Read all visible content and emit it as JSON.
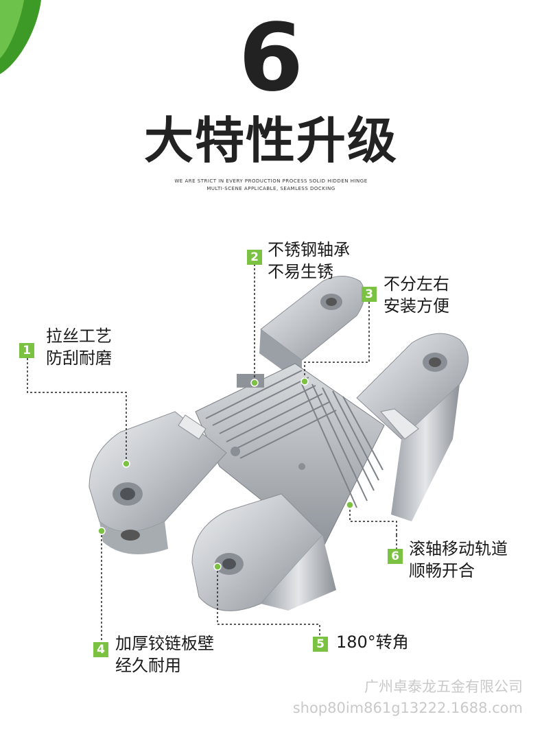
{
  "header": {
    "number": "6",
    "title": "大特性升级",
    "subtitle_line1": "WE ARE STRICT IN EVERY PRODUCTION PROCESS SOLID HIDDEN HINGE",
    "subtitle_line2": "MULTI-SCENE APPLICABLE, SEAMLESS DOCKING"
  },
  "features": [
    {
      "num": "1",
      "line1": "拉丝工艺",
      "line2": "防刮耐磨"
    },
    {
      "num": "2",
      "line1": "不锈钢轴承",
      "line2": "不易生锈"
    },
    {
      "num": "3",
      "line1": "不分左右",
      "line2": "安装方便"
    },
    {
      "num": "4",
      "line1": "加厚铰链板壁",
      "line2": "经久耐用"
    },
    {
      "num": "5",
      "line1": "180°转角",
      "line2": ""
    },
    {
      "num": "6",
      "line1": "滚轴移动轨道",
      "line2": "顺畅开合"
    }
  ],
  "watermark": {
    "company": "广州卓泰龙五金有限公司",
    "shop": "shop80im861g13222.1688.com"
  },
  "colors": {
    "accent": "#7cc242",
    "leaf": "#4caf2a",
    "metal": "#c9ccd0"
  }
}
